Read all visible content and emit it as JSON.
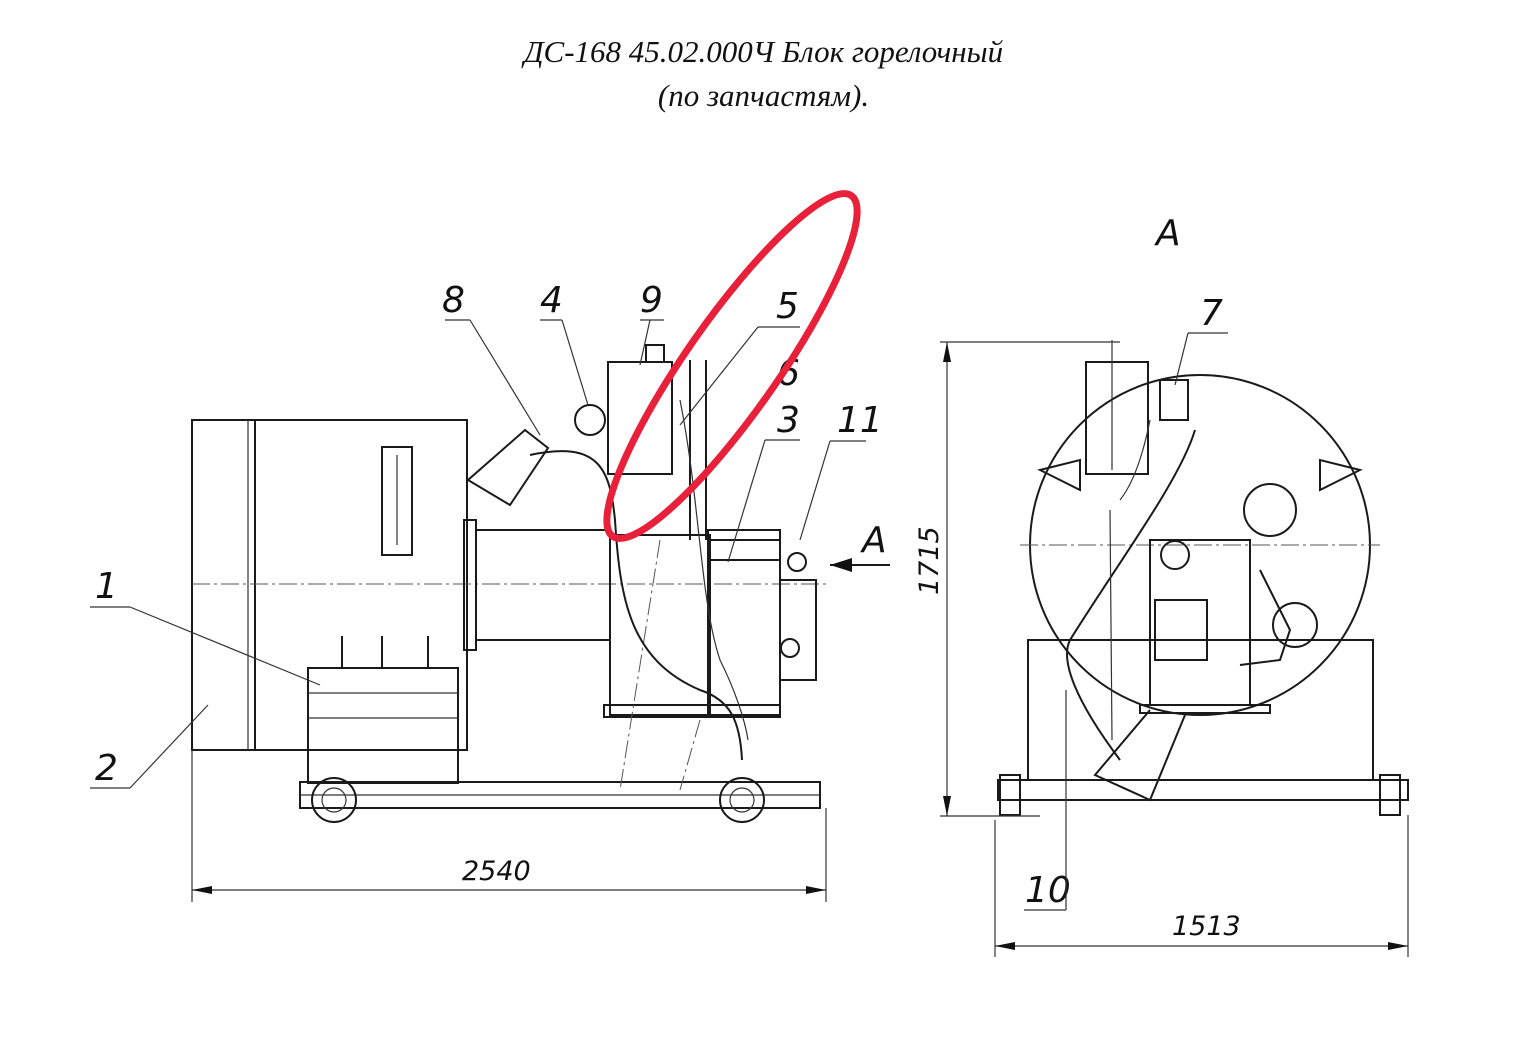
{
  "title": {
    "line1": "ДС-168 45.02.000Ч Блок горелочный",
    "line2": "(по запчастям)."
  },
  "view_label": "A",
  "arrow_label": "A",
  "callouts": {
    "c1": "1",
    "c2": "2",
    "c3": "3",
    "c4": "4",
    "c5": "5",
    "c6": "6",
    "c7": "7",
    "c8": "8",
    "c9": "9",
    "c10": "10",
    "c11": "11"
  },
  "dimensions": {
    "length": "2540",
    "width": "1513",
    "height": "1715"
  },
  "highlight_color": "#e8203a"
}
